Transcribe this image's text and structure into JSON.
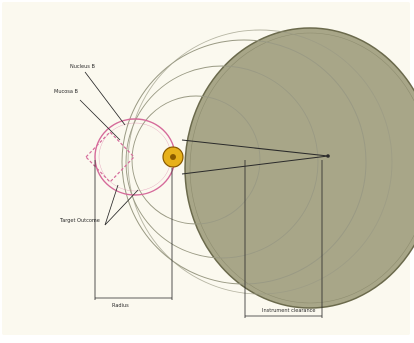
{
  "labels": {
    "label_top": "Nucleus\nB",
    "label_middle": "Mucosa\nB",
    "label_bottom_left": "Target\nOutcome",
    "label_bottom_dimension": "Radius",
    "label_bottom_right": "Instrument\nclearance"
  },
  "colors": {
    "background": "#fbf9ef",
    "large_disc_fill": "#a8a688",
    "large_disc_stroke": "#6b6a4c",
    "orbit_stroke": "#9a9a84",
    "pink_ring": "#d56a9a",
    "sun_fill": "#e7b11b",
    "sun_stroke": "#8a5a00",
    "line_color": "#2b2b2b"
  }
}
